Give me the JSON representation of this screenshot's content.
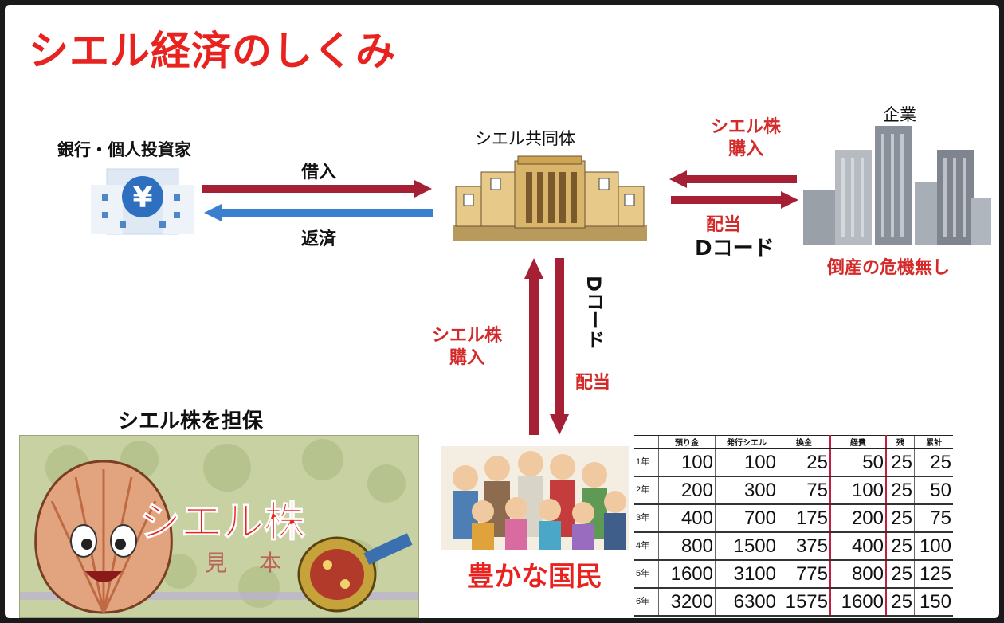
{
  "title": "シエル経済のしくみ",
  "nodes": {
    "bank": "銀行・個人投資家",
    "cooperative": "シエル共同体",
    "company": "企業",
    "people": "豊かな国民"
  },
  "edges": {
    "borrow": "借入",
    "repay": "返済",
    "company_buy_line1": "シエル株",
    "company_buy_line2": "購入",
    "company_dividend": "配当",
    "company_dcode": "Dコード",
    "no_bankruptcy": "倒産の危機無し",
    "people_buy_line1": "シエル株",
    "people_buy_line2": "購入",
    "people_dcode": "Dコード",
    "people_dividend": "配当"
  },
  "collateral": {
    "heading": "シエル株を担保",
    "certificate_text": "シエル株",
    "specimen": "見本"
  },
  "table": {
    "headers": [
      "預り金",
      "発行シエル",
      "換金",
      "経費",
      "残",
      "累計"
    ],
    "rows": [
      {
        "year": "1年",
        "values": [
          "100",
          "100",
          "25",
          "50",
          "25",
          "25"
        ]
      },
      {
        "year": "2年",
        "values": [
          "200",
          "300",
          "75",
          "100",
          "25",
          "50"
        ]
      },
      {
        "year": "3年",
        "values": [
          "400",
          "700",
          "175",
          "200",
          "25",
          "75"
        ]
      },
      {
        "year": "4年",
        "values": [
          "800",
          "1500",
          "375",
          "400",
          "25",
          "100"
        ]
      },
      {
        "year": "5年",
        "values": [
          "1600",
          "3100",
          "775",
          "800",
          "25",
          "125"
        ]
      },
      {
        "year": "6年",
        "values": [
          "3200",
          "6300",
          "1575",
          "1600",
          "25",
          "150"
        ]
      }
    ]
  },
  "colors": {
    "title_red": "#e8221f",
    "arrow_red": "#a52035",
    "arrow_blue": "#3a7fd0",
    "label_red": "#d42a2a"
  }
}
